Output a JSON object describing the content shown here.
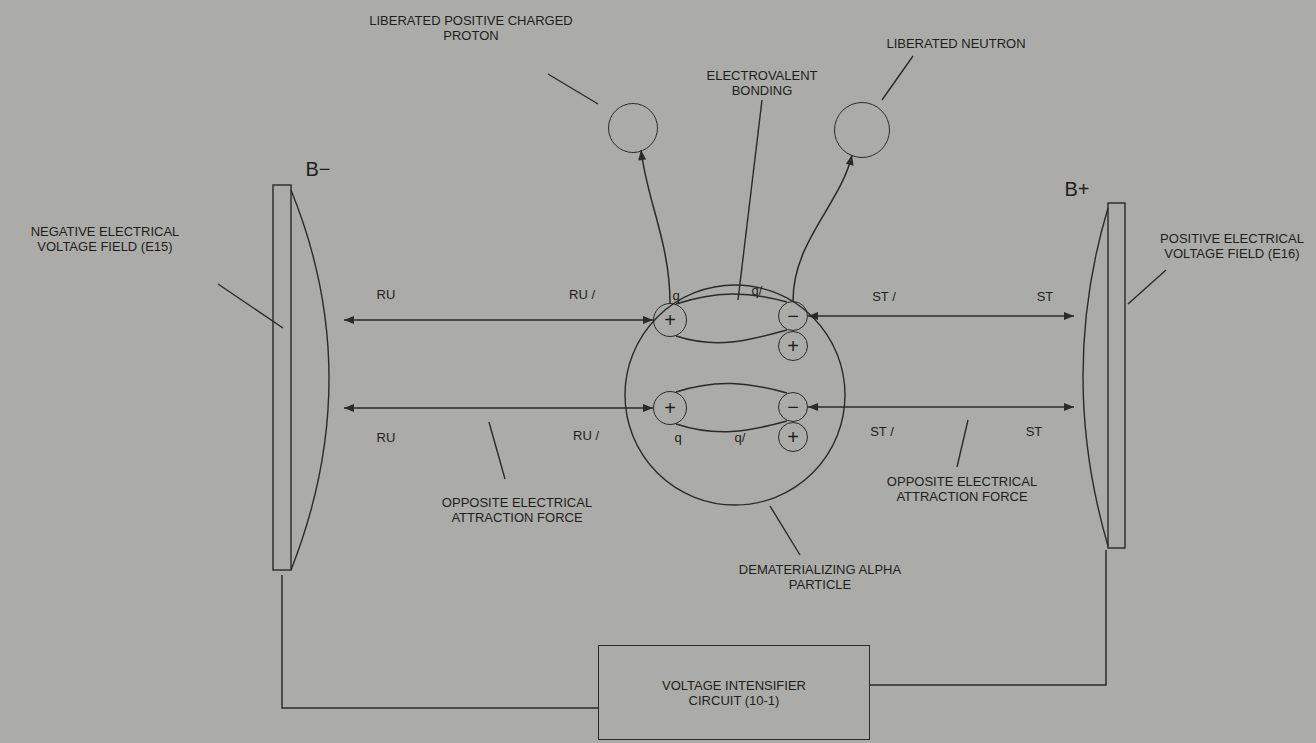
{
  "diagram": {
    "nodes": [
      {
        "text": [
          "LIBERATED POSITIVE CHARGED PROTON"
        ]
      },
      {
        "text": [
          "LIBERATED NEUTRON"
        ]
      },
      {
        "text": [
          "B−"
        ]
      },
      {
        "text": [
          "DEMATERIALIZING ALPHA PARTICLE"
        ]
      },
      {
        "text": [
          "+"
        ],
        "in": 3
      },
      {
        "text": [
          "−"
        ],
        "in": 3
      },
      {
        "text": [
          "+"
        ],
        "in": 3
      },
      {
        "text": [
          "+"
        ],
        "in": 3
      },
      {
        "text": [
          "−"
        ],
        "in": 3
      },
      {
        "text": [
          "+"
        ],
        "in": 3
      },
      {
        "text": [
          "B+"
        ]
      },
      {
        "text": [
          "VOLTAGE INTENSIFIER CIRCUIT (10-1)"
        ]
      }
    ],
    "edges": [
      {
        "from": 2,
        "to": 4,
        "arrow": "both"
      },
      {
        "from": 2,
        "to": 7,
        "arrow": "both"
      },
      {
        "from": 5,
        "to": 10,
        "arrow": "both"
      },
      {
        "from": 8,
        "to": 10,
        "arrow": "both"
      },
      {
        "from": 4,
        "to": 0,
        "arrow": "to"
      },
      {
        "from": 5,
        "to": 1,
        "arrow": "to"
      },
      {
        "from": 4,
        "to": 5,
        "arrow": "none"
      },
      {
        "from": 7,
        "to": 8,
        "arrow": "none"
      },
      {
        "from": 2,
        "to": 11,
        "arrow": "none"
      },
      {
        "from": 10,
        "to": 11,
        "arrow": "none"
      }
    ],
    "labels": [
      "NEGATIVE ELECTRICAL VOLTAGE FIELD (E15)",
      "POSITIVE ELECTRICAL VOLTAGE FIELD (E16)",
      "ELECTROVALENT BONDING",
      "RU",
      "RU /",
      "q",
      "q/",
      "ST /",
      "ST",
      "RU",
      "RU /",
      "q",
      "q/",
      "ST /",
      "ST",
      "OPPOSITE ELECTRICAL ATTRACTION FORCE",
      "OPPOSITE ELECTRICAL ATTRACTION FORCE"
    ]
  }
}
